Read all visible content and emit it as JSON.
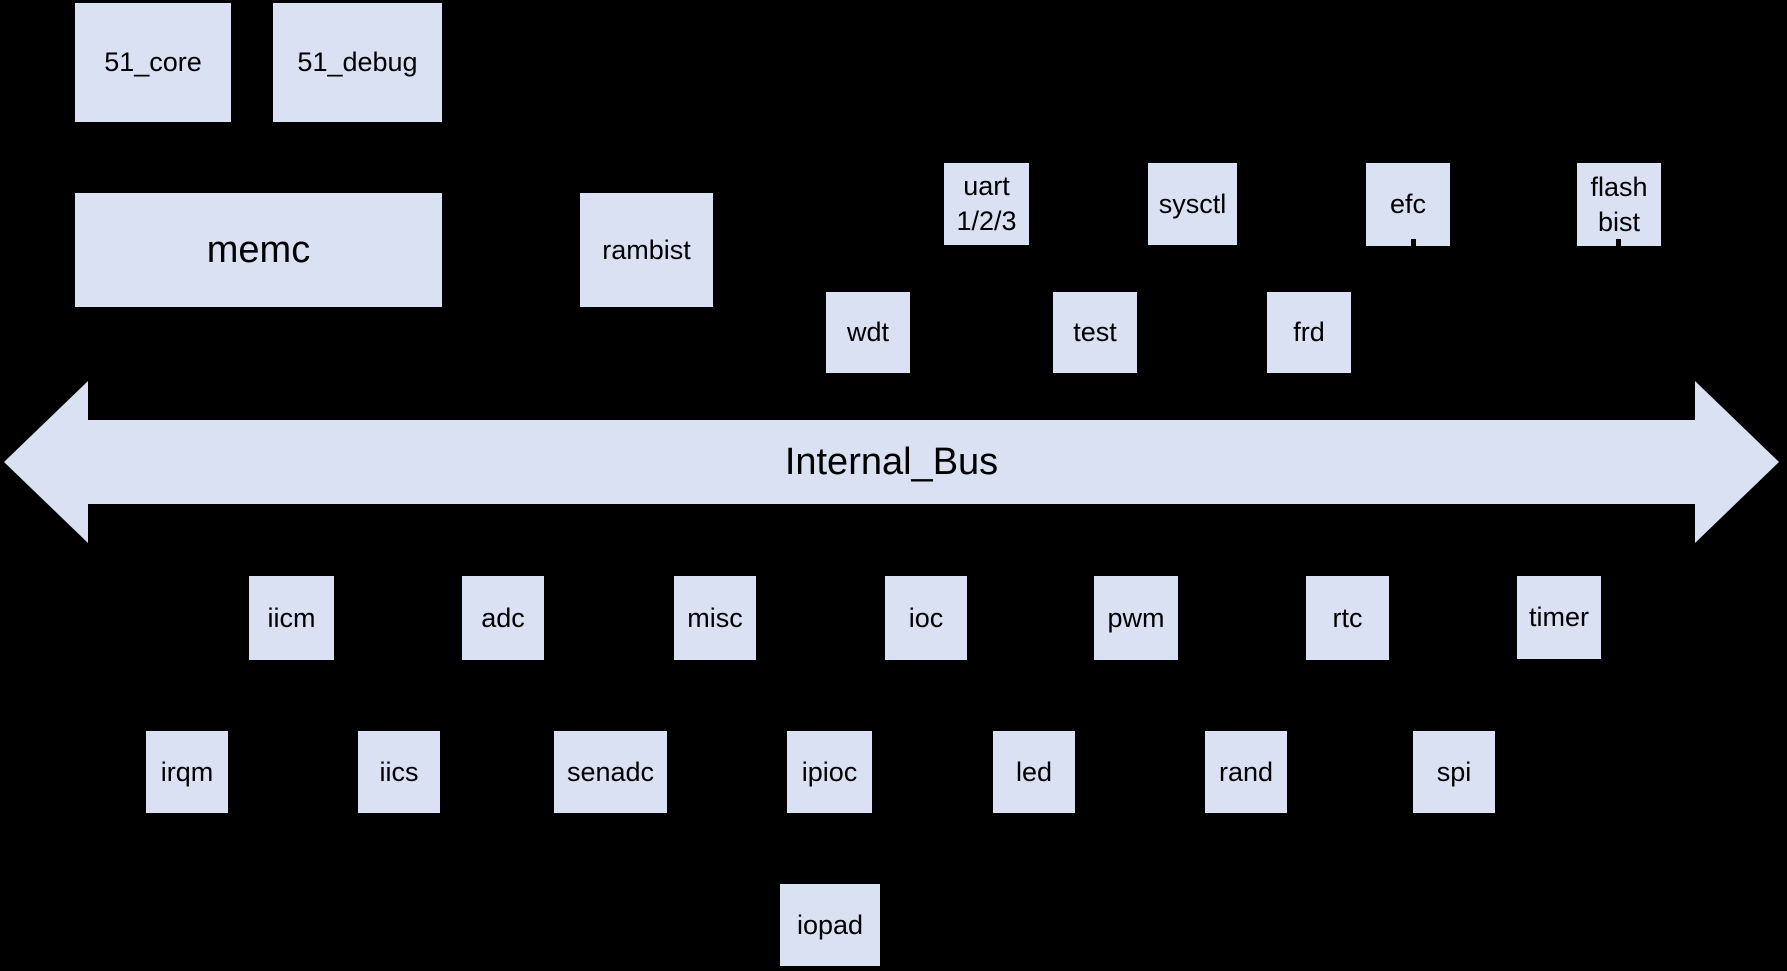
{
  "bus": {
    "label": "Internal_Bus"
  },
  "blocks": {
    "core51": {
      "label": "51_core"
    },
    "debug51": {
      "label": "51_debug"
    },
    "memc": {
      "label": "memc"
    },
    "rambist": {
      "label": "rambist"
    },
    "uart": {
      "label": "uart 1/2/3"
    },
    "sysctl": {
      "label": "sysctl"
    },
    "efc": {
      "label": "efc"
    },
    "flashbist": {
      "label": "flash bist"
    },
    "wdt": {
      "label": "wdt"
    },
    "test": {
      "label": "test"
    },
    "frd": {
      "label": "frd"
    },
    "iicm": {
      "label": "iicm"
    },
    "adc": {
      "label": "adc"
    },
    "misc": {
      "label": "misc"
    },
    "ioc": {
      "label": "ioc"
    },
    "pwm": {
      "label": "pwm"
    },
    "rtc": {
      "label": "rtc"
    },
    "timer": {
      "label": "timer"
    },
    "irqm": {
      "label": "irqm"
    },
    "iics": {
      "label": "iics"
    },
    "senadc": {
      "label": "senadc"
    },
    "ipioc": {
      "label": "ipioc"
    },
    "led": {
      "label": "led"
    },
    "rand": {
      "label": "rand"
    },
    "spi": {
      "label": "spi"
    },
    "iopad": {
      "label": "iopad"
    }
  },
  "colors": {
    "background": "#000000",
    "block_fill": "#d9e1f3",
    "text": "#000000"
  }
}
